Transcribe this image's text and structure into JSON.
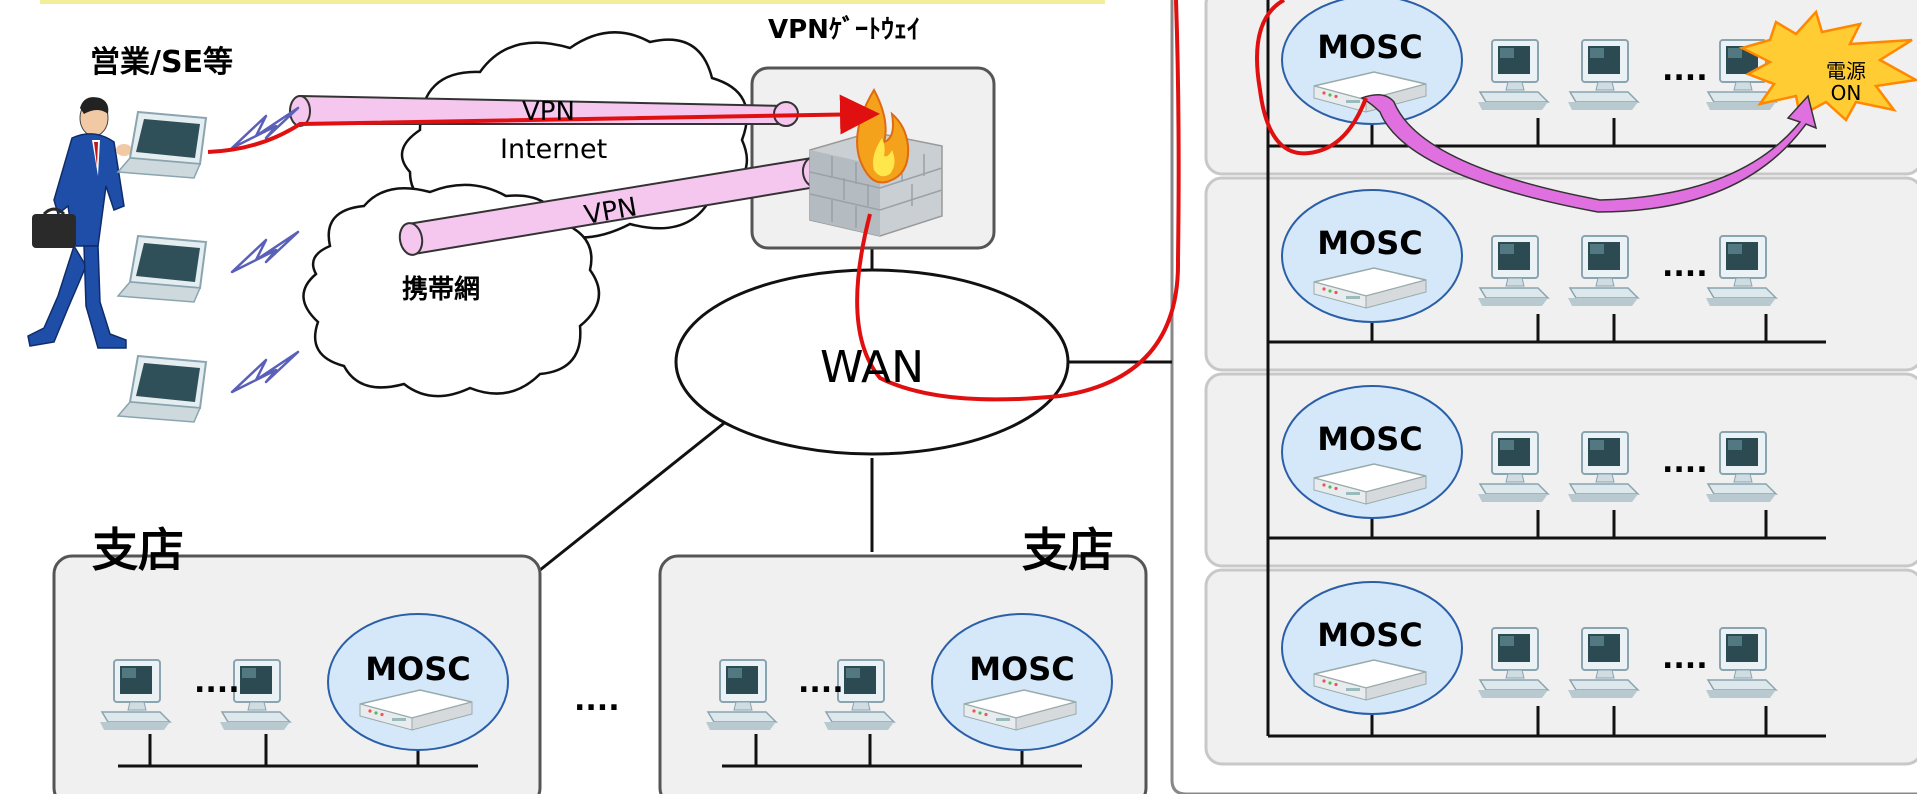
{
  "labels": {
    "sales": "営業/SE等",
    "gateway": "VPNｹﾞｰﾄｳｪｲ",
    "internet": "Internet",
    "mobile": "携帯網",
    "vpn_upper": "VPN",
    "vpn_lower": "VPN",
    "wan": "WAN",
    "branch_left": "支店",
    "branch_right": "支店",
    "mosc": "MOSC",
    "ellipsis": "....",
    "power_line1": "電源",
    "power_line2": "ON"
  },
  "colors": {
    "route": "#e01010",
    "tunnel_fill": "#f5c6ee",
    "mosc_fill": "#d5e8fa",
    "mosc_stroke": "#2a5fa8",
    "box_fill": "#f0f0f0",
    "burst_fill": "#ffcc33",
    "burst_stroke": "#ff8800",
    "arrow_fill": "#e070e0"
  },
  "icons": [
    "person-icon",
    "laptop-icon",
    "wireless-signal-icon",
    "cloud-icon",
    "firewall-icon",
    "mosc-device-icon",
    "desktop-pc-icon",
    "power-burst-icon"
  ]
}
